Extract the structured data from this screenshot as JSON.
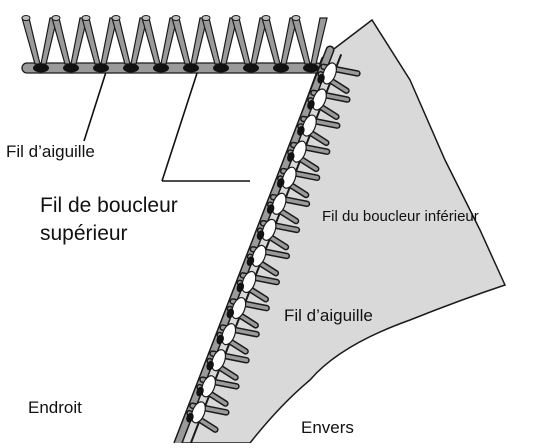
{
  "labels": {
    "needle_thread_top": "Fil d’aiguille",
    "upper_looper_line1": "Fil de boucleur",
    "upper_looper_line2": "supérieur",
    "lower_looper": "Fil du boucleur inférieur",
    "needle_thread_mid": "Fil d’aiguille",
    "right_side": "Endroit",
    "wrong_side": "Envers"
  },
  "colors": {
    "fabric": "#d9d9d9",
    "outline": "#1a1a1a",
    "thread_fill": "#9a9a9a",
    "needle_knot": "#111111",
    "lower_loop_fill": "#ffffff"
  }
}
